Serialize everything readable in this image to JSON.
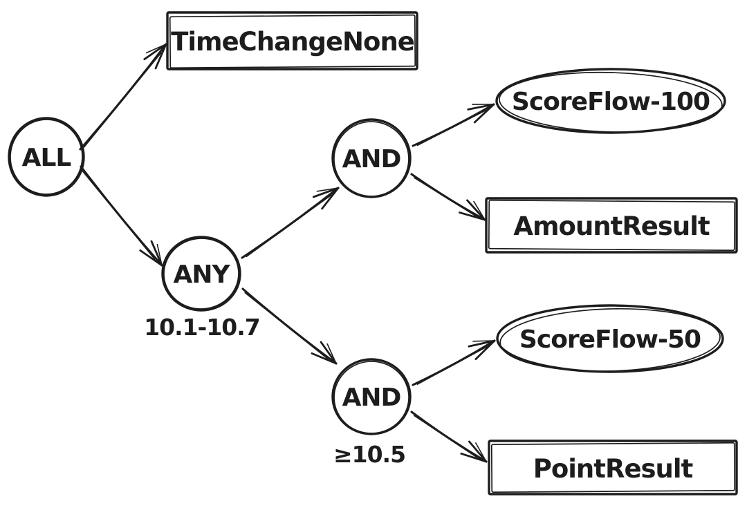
{
  "diagram": {
    "type": "flowchart",
    "background_color": "#ffffff",
    "ink_color": "#1d1d1d",
    "nodes": {
      "all": {
        "label": "ALL",
        "shape": "circle"
      },
      "time_change_none": {
        "label": "TimeChangeNone",
        "shape": "rectangle"
      },
      "any": {
        "label": "ANY",
        "shape": "circle",
        "condition": "10.1-10.7"
      },
      "and_upper": {
        "label": "AND",
        "shape": "circle"
      },
      "score_flow_100": {
        "label": "ScoreFlow-100",
        "shape": "ellipse"
      },
      "amount_result": {
        "label": "AmountResult",
        "shape": "rectangle"
      },
      "and_lower": {
        "label": "AND",
        "shape": "circle",
        "condition": "≥10.5"
      },
      "score_flow_50": {
        "label": "ScoreFlow-50",
        "shape": "ellipse"
      },
      "point_result": {
        "label": "PointResult",
        "shape": "rectangle"
      }
    },
    "edges": [
      {
        "from": "all",
        "to": "time_change_none"
      },
      {
        "from": "all",
        "to": "any"
      },
      {
        "from": "any",
        "to": "and_upper"
      },
      {
        "from": "any",
        "to": "and_lower"
      },
      {
        "from": "and_upper",
        "to": "score_flow_100"
      },
      {
        "from": "and_upper",
        "to": "amount_result"
      },
      {
        "from": "and_lower",
        "to": "score_flow_50"
      },
      {
        "from": "and_lower",
        "to": "point_result"
      }
    ]
  }
}
